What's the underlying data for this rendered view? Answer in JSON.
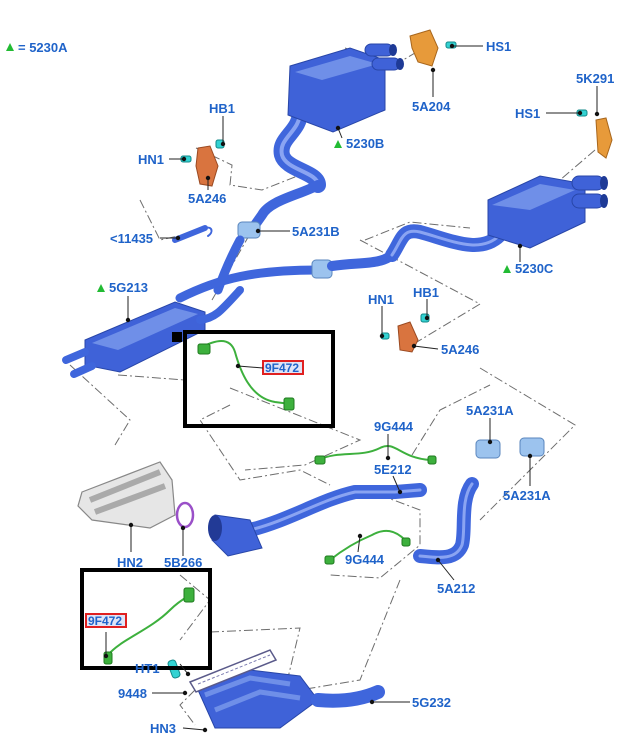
{
  "legend": {
    "label": "= 5230A"
  },
  "labels": {
    "hs1_top": "HS1",
    "p5a204": "5A204",
    "p5k291": "5K291",
    "hs1_right": "HS1",
    "hb1_left": "HB1",
    "hn1_left": "HN1",
    "p5a246_left": "5A246",
    "p5230b": "5230B",
    "p11435": "<11435",
    "p5a231b": "5A231B",
    "p5230c": "5230C",
    "p5g213": "5G213",
    "hn1_mid": "HN1",
    "hb1_mid": "HB1",
    "p5a246_mid": "5A246",
    "p9f472_top": "9F472",
    "p9g444_top": "9G444",
    "p5a231a_top": "5A231A",
    "p5e212": "5E212",
    "p5a231a_bot": "5A231A",
    "hn2": "HN2",
    "p5b266": "5B266",
    "p9g444_bot": "9G444",
    "p5a212": "5A212",
    "p9f472_bot": "9F472",
    "ht1": "HT1",
    "p9448": "9448",
    "p5g232": "5G232",
    "hn3": "HN3"
  }
}
